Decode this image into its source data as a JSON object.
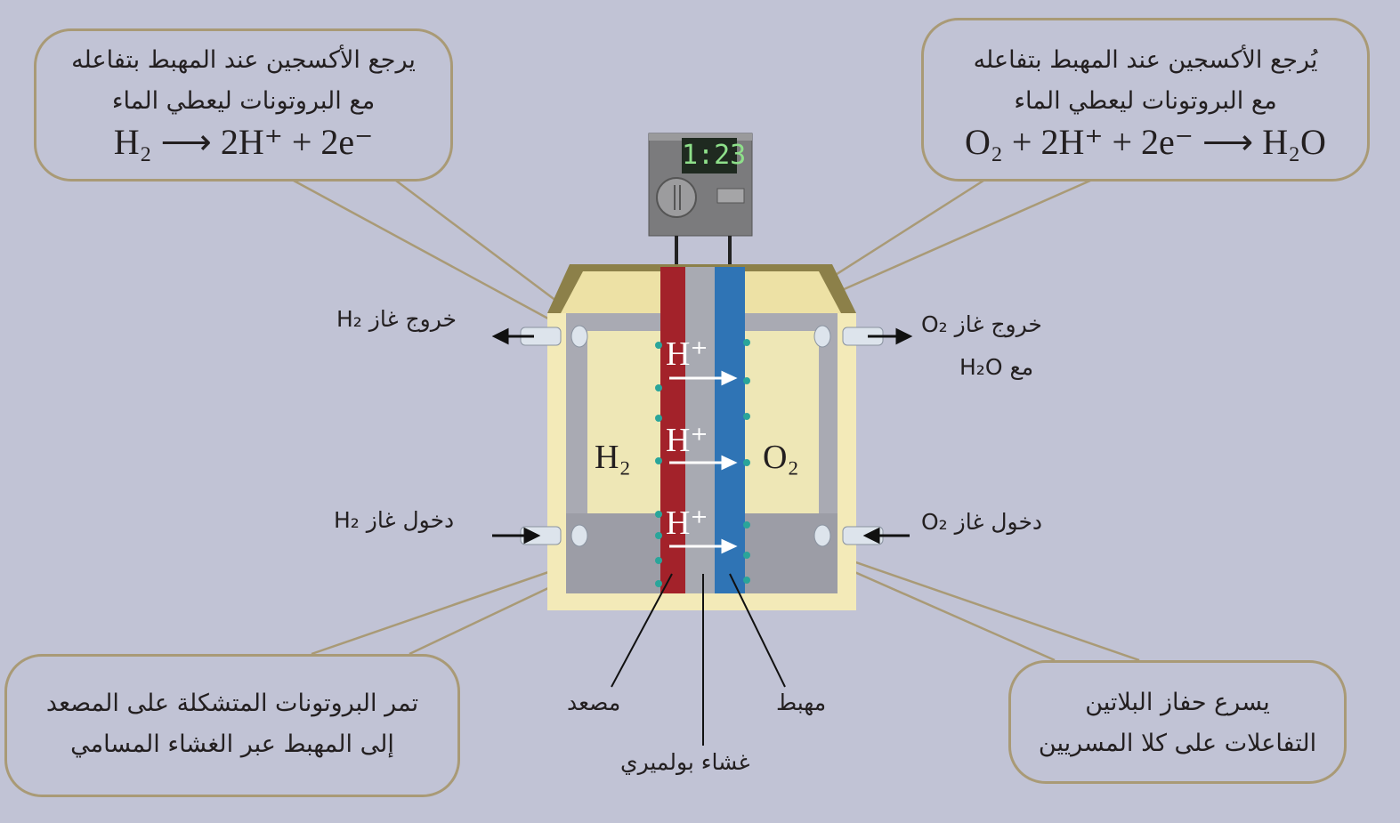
{
  "callouts": {
    "top_left": {
      "line1": "يرجع الأكسجين عند المهبط بتفاعله",
      "line2": "مع البروتونات ليعطي الماء",
      "equation": "H₂ ⟶ 2H⁺ + 2e⁻"
    },
    "top_right": {
      "line1": "يُرجع الأكسجين عند المهبط بتفاعله",
      "line2": "مع البروتونات ليعطي الماء",
      "equation": "O₂ + 2H⁺ + 2e⁻ ⟶ H₂O"
    },
    "bottom_left": {
      "line1": "تمر البروتونات المتشكلة على المصعد",
      "line2": "إلى المهبط عبر الغشاء المسامي"
    },
    "bottom_right": {
      "line1": "يسرع حفاز البلاتين",
      "line2": "التفاعلات على كلا المسريين"
    }
  },
  "labels": {
    "h2_out": "خروج غاز H₂",
    "o2_out": "خروج غاز O₂",
    "o2_out_with": "مع H₂O",
    "h2_in": "دخول غاز H₂",
    "o2_in": "دخول غاز O₂",
    "anode": "مصعد",
    "cathode": "مهبط",
    "membrane": "غشاء بولميري"
  },
  "cell": {
    "h2": "H₂",
    "o2": "O₂",
    "proton": "H⁺"
  },
  "timer": {
    "display": "1:23"
  },
  "colors": {
    "anode": "#a3222a",
    "cathode": "#2f74b5",
    "frame": "#f3eab8",
    "border": "#a99a76"
  }
}
